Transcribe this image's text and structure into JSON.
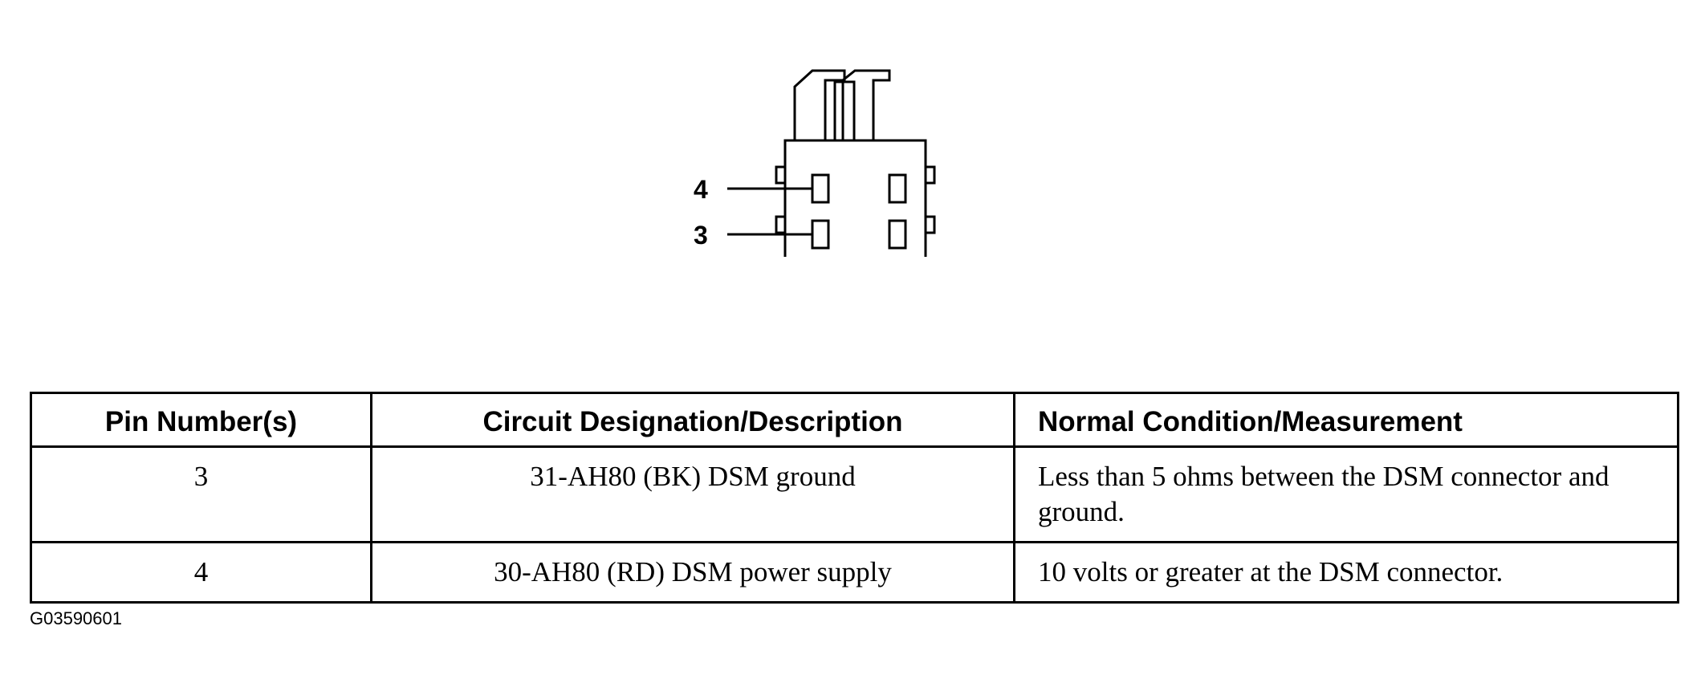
{
  "connector": {
    "pin_labels": [
      "4",
      "3"
    ]
  },
  "table": {
    "headers": [
      "Pin Number(s)",
      "Circuit Designation/Description",
      "Normal Condition/Measurement"
    ],
    "rows": [
      [
        "3",
        "31-AH80 (BK) DSM ground",
        "Less than 5 ohms between the DSM connector and ground."
      ],
      [
        "4",
        "30-AH80 (RD) DSM power supply",
        "10 volts or greater at the DSM connector."
      ]
    ]
  },
  "figure_id": "G03590601"
}
